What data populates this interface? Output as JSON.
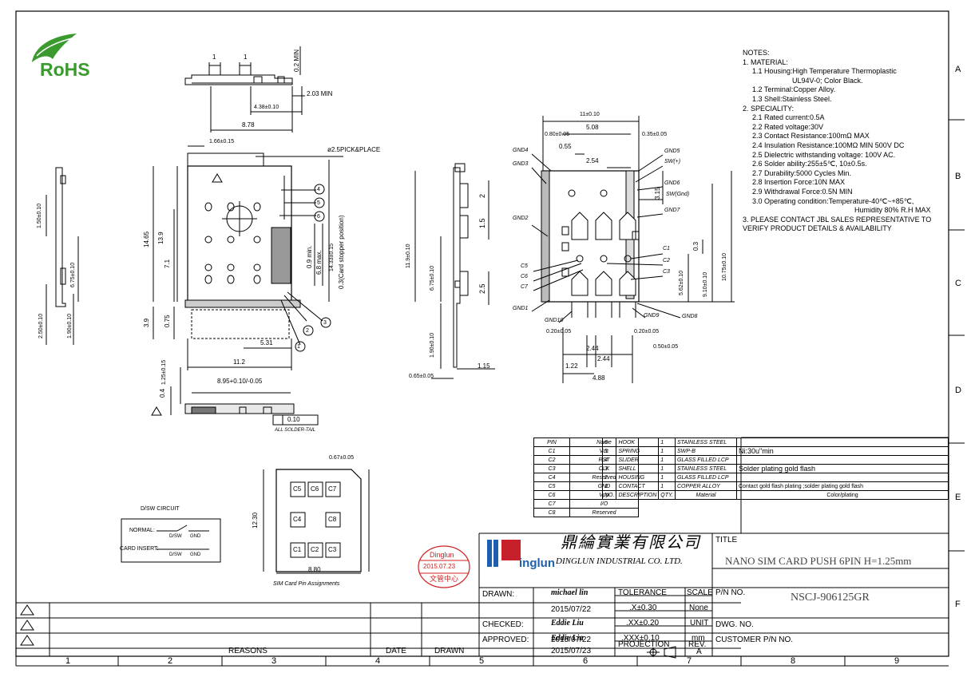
{
  "logo": {
    "text": "RoHS"
  },
  "zones": {
    "rows": [
      "A",
      "B",
      "C",
      "D",
      "E",
      "F"
    ],
    "cols": [
      "1",
      "2",
      "3",
      "4",
      "5",
      "6",
      "7",
      "8",
      "9"
    ]
  },
  "notes": [
    "NOTES:",
    "1. MATERIAL:",
    "1.1 Housing:High Temperature Thermoplastic",
    "UL94V-0; Color Black.",
    "1.2 Terminal:Copper Alloy.",
    "1.3 Shell:Stainless Steel.",
    "2. SPECIALITY:",
    "2.1 Rated current:0.5A",
    "2.2 Rated voltage:30V",
    "2.3 Contact Resistance:100mΩ MAX",
    "2.4 Insulation Resistance:100MΩ MIN 500V DC",
    "2.5 Dielectric withstanding voltage: 100V AC.",
    "2.6 Solder ability:255±5℃, 10±0.5s.",
    "2.7 Durability:5000 Cycles Min.",
    "2.8 Insertion Force:10N MAX",
    "2.9 Withdrawal Force:0.5N MIN",
    "3.0 Operating condition:Temperature-40℃~+85℃,",
    "Humidity 80% R.H MAX",
    "3. PLEASE CONTACT JBL SALES REPRESENTATIVE TO",
    "VERIFY PRODUCT DETAILS & AVAILABILITY"
  ],
  "dims": {
    "top_view": [
      "1",
      "1",
      "0.2 MIN",
      "2.03 MIN",
      "4.38±0.10",
      "8.78"
    ],
    "main_view": [
      "1.66±0.15",
      "ø2.5PICK&PLACE",
      "14.65",
      "13.9",
      "7.1",
      "0.9 min.",
      "6.8 max.",
      "14.33±0.15",
      "0.3(Card stopper position)",
      "3.9",
      "0.75",
      "5.31",
      "11.2"
    ],
    "left_view": [
      "1.50±0.10",
      "6.75±0.10",
      "2.50±0.10",
      "1.90±0.10"
    ],
    "side_view": [
      "11.9±0.10",
      "6.75±0.10",
      "1.90±0.10",
      "2",
      "1.5",
      "2.5",
      "0.65±0.05",
      "1.15"
    ],
    "bottom_side": [
      "1.25±0.15",
      "8.95+0.10/-0.05",
      "0.4",
      "0.10",
      "ALL SOLDER-TAIL"
    ],
    "pcb_view": [
      "11±0.10",
      "5.08",
      "0.80±0.05",
      "0.55",
      "0.35±0.05",
      "2.54",
      "3.15",
      "0.3",
      "9.10±0.10",
      "10.75±0.10",
      "5.62±0.10",
      "0.20±0.05",
      "0.20±0.05",
      "0.50±0.05",
      "2.44",
      "2.44",
      "1.22",
      "4.88"
    ],
    "pcb_labels": [
      "GND4",
      "GND3",
      "GND5",
      "SW(+)",
      "GND6",
      "SW(Gnd)",
      "GND7",
      "GND2",
      "C1",
      "C2",
      "C3",
      "C5",
      "C6",
      "C7",
      "GND1",
      "GND10",
      "GND9",
      "GND8"
    ],
    "balloons": [
      "1",
      "2",
      "3",
      "4",
      "5",
      "6"
    ]
  },
  "card": {
    "pins": [
      "C5",
      "C6",
      "C7",
      "C4",
      "C8",
      "C1",
      "C2",
      "C3"
    ],
    "dims": [
      "0.67±0.05",
      "12.30",
      "8.80"
    ],
    "caption": "SIM Card Pin Assignments"
  },
  "circuit": {
    "title": "D/SW CIRCUIT",
    "normal": "NORMAL:",
    "insert": "CARD INSERT:",
    "dsw": "D/SW",
    "gnd": "GND"
  },
  "stamp": {
    "name": "Dinglun",
    "date": "2015.07.23",
    "text": "文管中心"
  },
  "pins_table": {
    "header": [
      "PIN",
      "Name"
    ],
    "rows": [
      [
        "C1",
        "Vcc"
      ],
      [
        "C2",
        "RST"
      ],
      [
        "C3",
        "CLK"
      ],
      [
        "C4",
        "Reserved"
      ],
      [
        "C5",
        "GND"
      ],
      [
        "C6",
        "Vpp"
      ],
      [
        "C7",
        "I/O"
      ],
      [
        "C8",
        "Reserved"
      ]
    ]
  },
  "bom": {
    "rows": [
      [
        "6",
        "HOOK",
        "1",
        "STAINLESS STEEL",
        ""
      ],
      [
        "5",
        "SPRING",
        "1",
        "SWP-B",
        "Ni:30u\"min"
      ],
      [
        "4",
        "SLIDER",
        "1",
        "GLASS FILLED LCP",
        ""
      ],
      [
        "3",
        "SHELL",
        "1",
        "STAINLESS STEEL",
        "Solder plating gold flash"
      ],
      [
        "2",
        "HOUSING",
        "1",
        "GLASS FILLED LCP",
        ""
      ],
      [
        "1",
        "CONTACT",
        "1",
        "COPPER ALLOY",
        "Contact gold flash plating ;solder plating gold flash"
      ]
    ],
    "header": [
      "NO.",
      "DESCRIPTION",
      "QTY.",
      "Material",
      "Color/plating"
    ]
  },
  "title_block": {
    "company_cn": "鼎綸實業有限公司",
    "company_en": "DINGLUN INDUSTRIAL CO. LTD.",
    "logo": "inglun",
    "title_label": "TITLE",
    "title": "NANO SIM CARD PUSH 6PIN H=1.25mm",
    "drawn_label": "DRAWN:",
    "drawn_name": "michael lin",
    "drawn_date": "2015/07/22",
    "checked_label": "CHECKED:",
    "checked_name": "Eddie Liu",
    "checked_date": "2015/07/22",
    "approved_label": "APPROVED:",
    "approved_name": "Eddie Liu",
    "approved_date": "2015/07/23",
    "tol_label": "TOLERANCE",
    "tol1": ".X±0.30",
    "tol2": ".XX±0.20",
    "tol3": ".XXX±0.10",
    "scale_label": "SCALE",
    "scale": "None",
    "unit_label": "UNIT",
    "unit": "mm",
    "rev_label": "REV.",
    "rev": "A",
    "proj_label": "PROJECTION",
    "pn_label": "P/N NO.",
    "pn": "NSCJ-906125GR",
    "dwg_label": "DWG. NO.",
    "cust_label": "CUSTOMER P/N NO."
  },
  "revision": {
    "reasons": "REASONS",
    "date": "DATE",
    "drawn": "DRAWN"
  }
}
